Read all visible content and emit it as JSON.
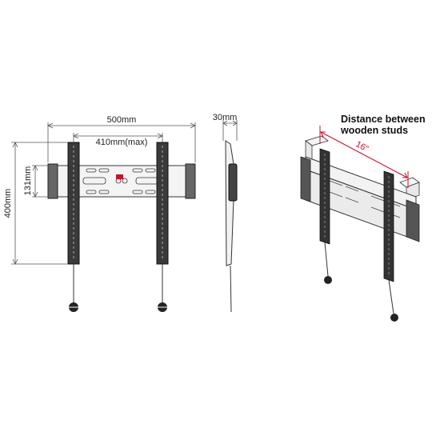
{
  "front_view": {
    "width_label": "500mm",
    "max_width_label": "410mm(max)",
    "height_label": "400mm",
    "inner_height_label": "131mm"
  },
  "side_view": {
    "depth_label": "30mm"
  },
  "perspective_view": {
    "title_line1": "Distance between",
    "title_line2": "wooden studs",
    "stud_distance_label": "16\""
  },
  "colors": {
    "line": "#333333",
    "dimension": "#555555",
    "accent": "#c8102e"
  }
}
